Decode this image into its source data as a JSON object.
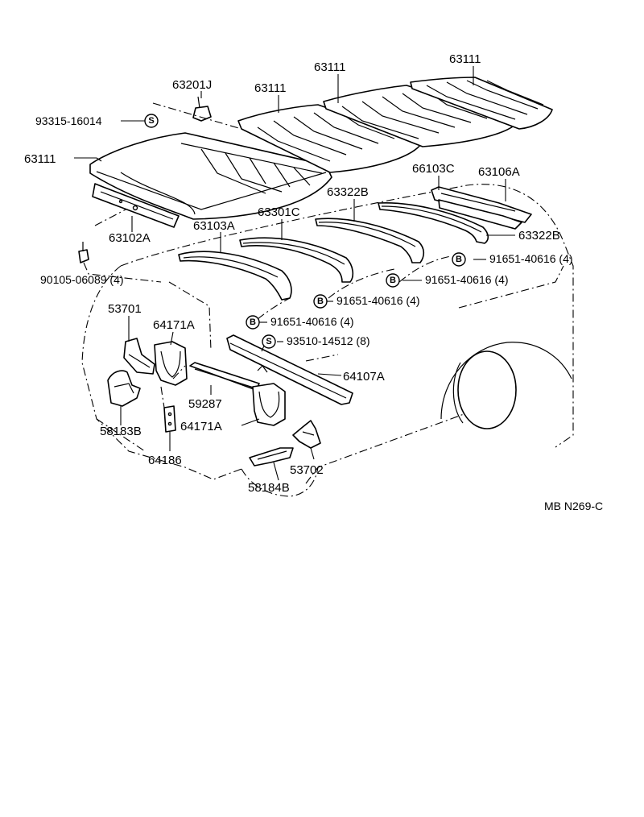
{
  "labels": {
    "p63201J": "63201J",
    "p63111_a": "63111",
    "p63111_b": "63111",
    "p63111_c": "63111",
    "p63111_d": "63111",
    "p93315": "93315-16014",
    "p66103C": "66103C",
    "p63106A": "63106A",
    "p63322B_a": "63322B",
    "p63322B_b": "63322B",
    "p63301C": "63301C",
    "p63103A": "63103A",
    "p63102A": "63102A",
    "p90105": "90105-06089 (4)",
    "p91651_a": "91651-40616 (4)",
    "p91651_b": "91651-40616 (4)",
    "p91651_c": "91651-40616 (4)",
    "p91651_d": "91651-40616 (4)",
    "p93510": "93510-14512 (8)",
    "p53701": "53701",
    "p64171A_a": "64171A",
    "p64107A": "64107A",
    "p59287": "59287",
    "p64171A_b": "64171A",
    "p58183B": "58183B",
    "p64186": "64186",
    "p53702": "53702",
    "p58184B": "58184B",
    "ref_code": "MB N269-C"
  },
  "markers": {
    "s": "S",
    "b": "B"
  }
}
